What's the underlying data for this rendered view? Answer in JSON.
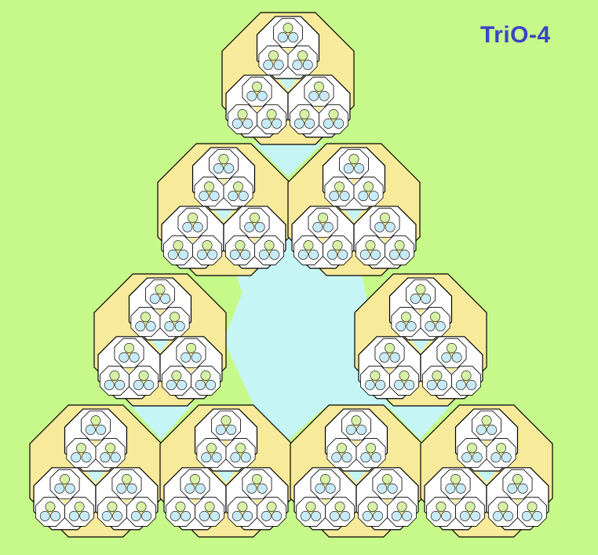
{
  "title": "TriO-4",
  "colors": {
    "background": "#c6f98a",
    "gap": "#c6f5f5",
    "outer_octagon": "#f7ea9a",
    "inner_octagon": "#ffffff",
    "circle_top": "#d6f0a6",
    "circle_bottom": "#c7eaf5",
    "stroke": "#000000",
    "title": "#3b44c4"
  },
  "structure": {
    "levels": 4,
    "units_per_level": 3,
    "leaf_shape": "circle"
  }
}
